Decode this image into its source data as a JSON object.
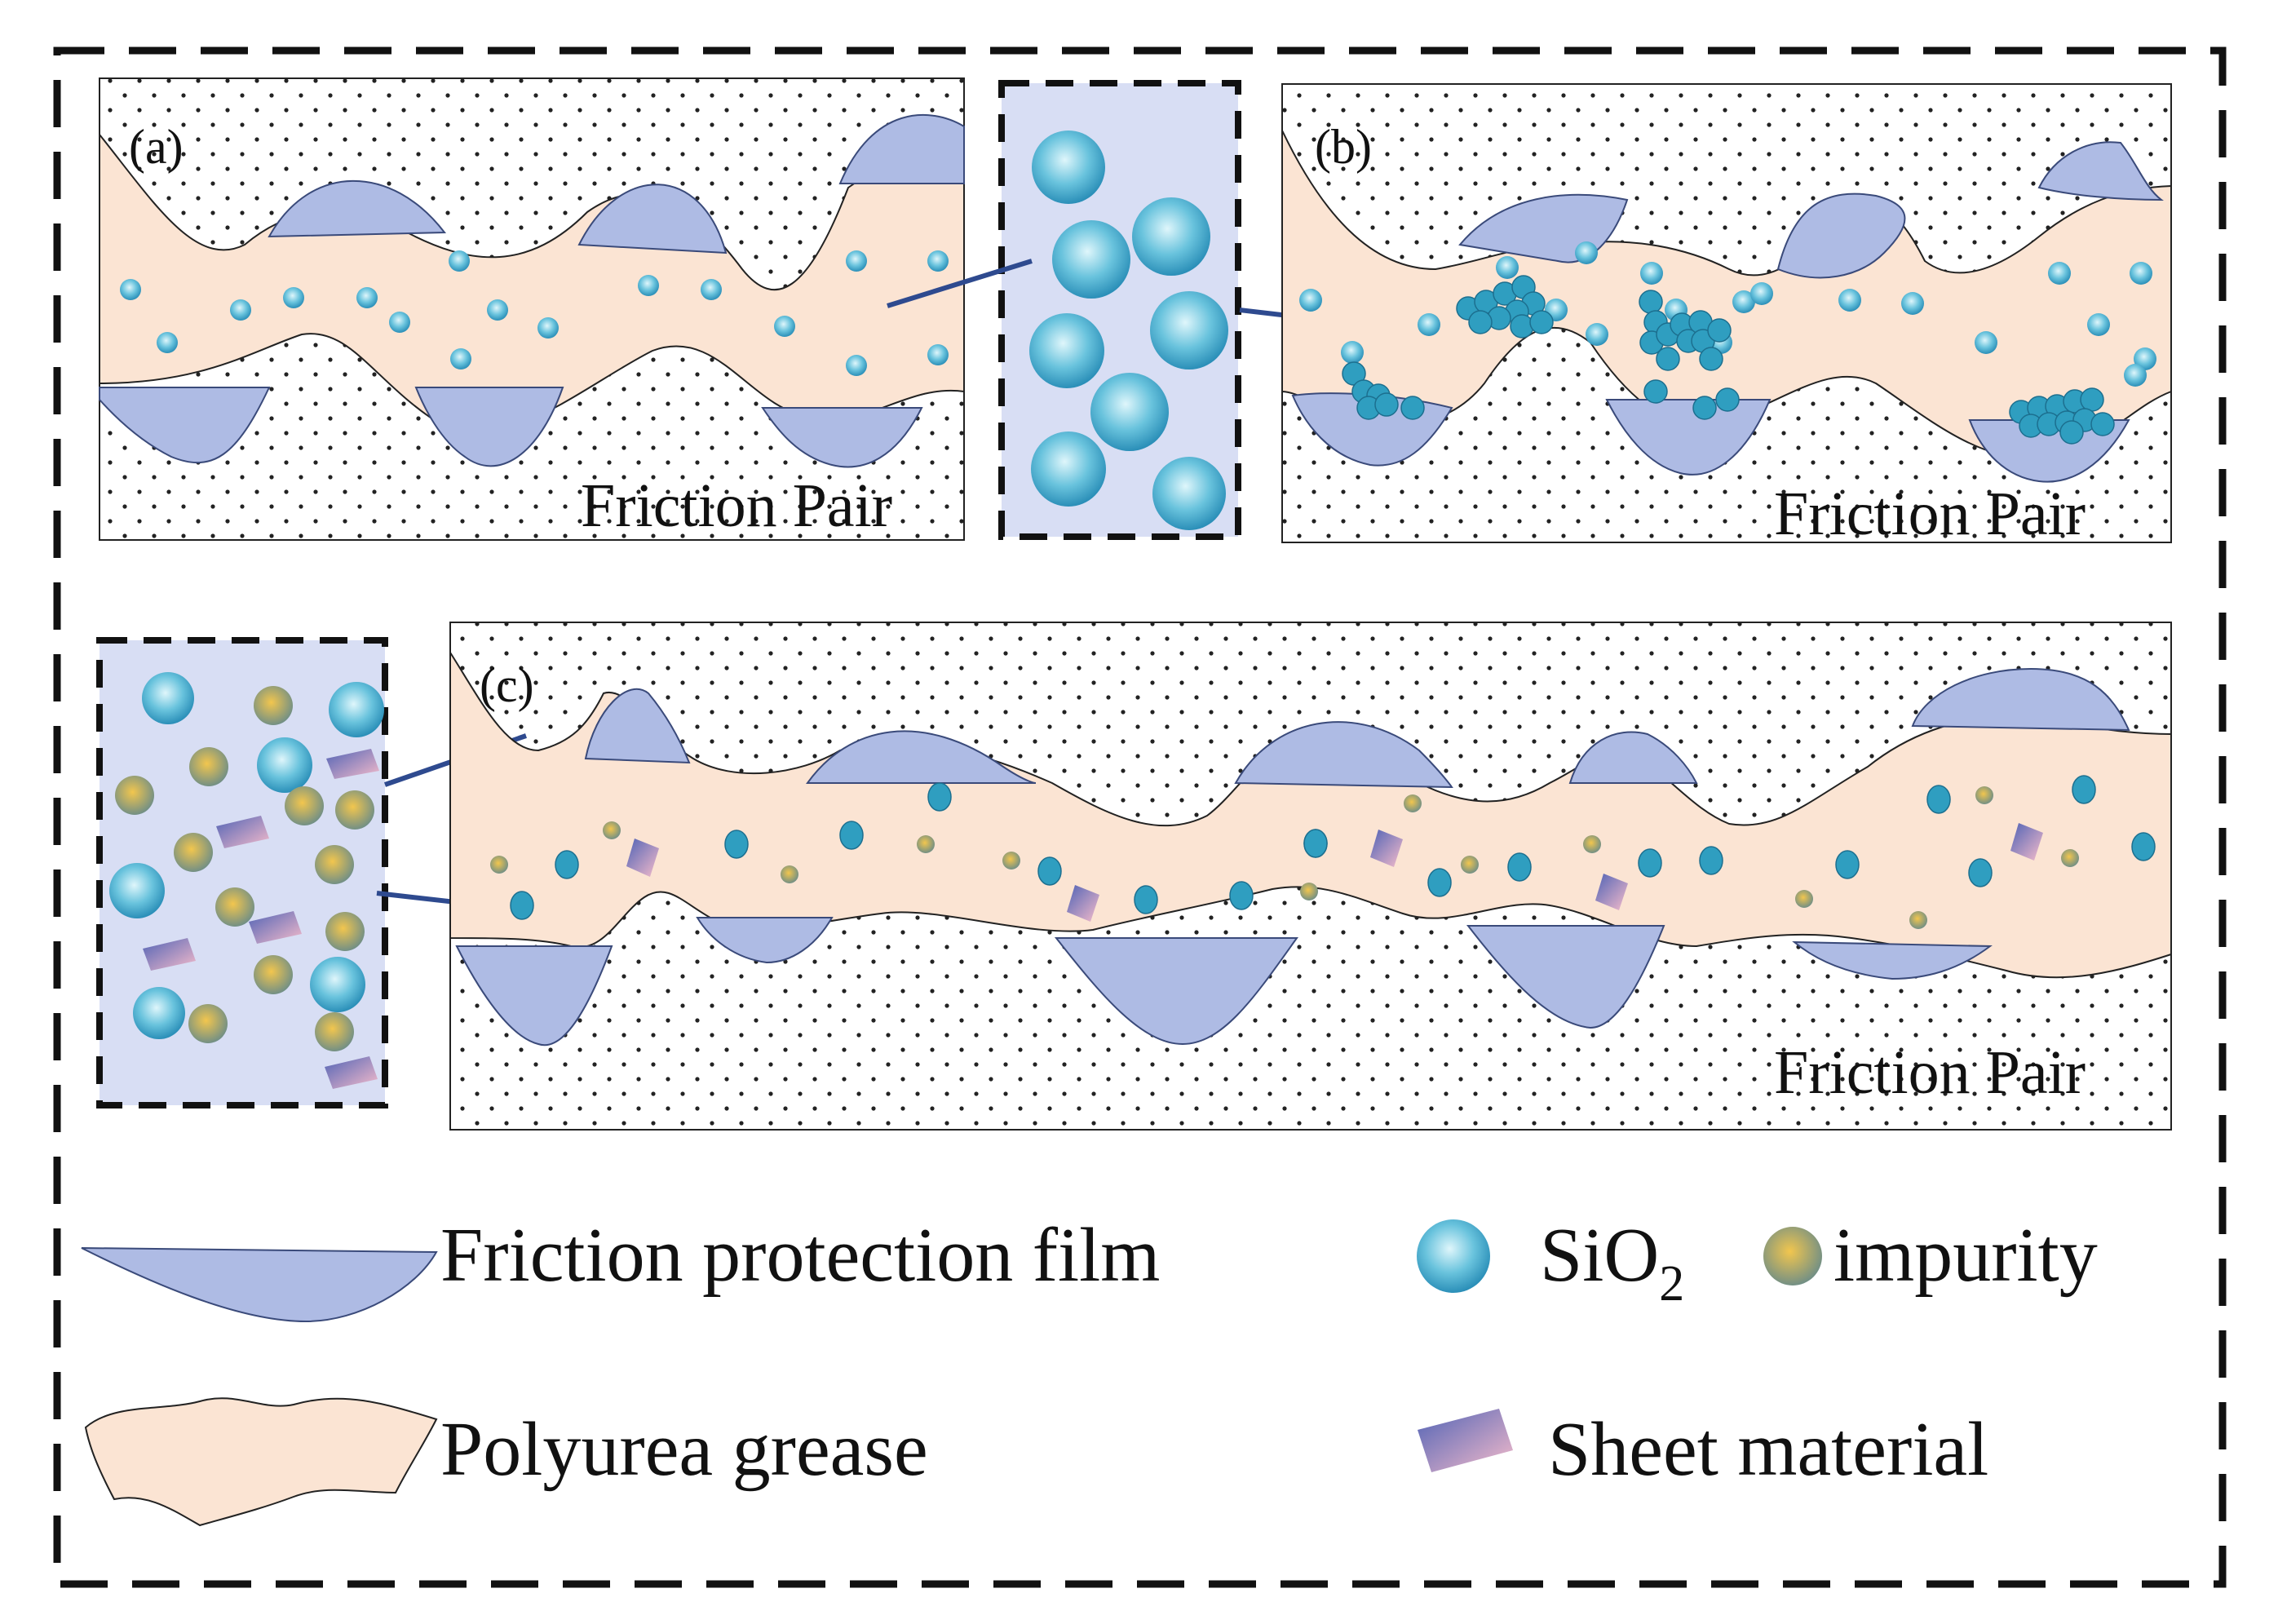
{
  "colors": {
    "protection_film": "#aebbe4",
    "grease": "#fbe4d3",
    "sio2_light": "#dff6fb",
    "sio2_mid": "#69c3dd",
    "sio2_dark": "#2b8fb8",
    "cluster_particle": "#2f9ec0",
    "impurity_light": "#f2c64e",
    "impurity_dark": "#6f8e86",
    "sheet_top": "#4f62b5",
    "sheet_bottom": "#f6bccb",
    "inset_bg": "#d8def4",
    "connector": "#2e4a8f"
  },
  "panels": {
    "a": {
      "label": "(a)",
      "pair_label": "Friction Pair"
    },
    "b": {
      "label": "(b)",
      "pair_label": "Friction Pair"
    },
    "c": {
      "label": "(c)",
      "pair_label": "Friction Pair"
    }
  },
  "legend": {
    "film": "Friction protection film",
    "sio2_main": "SiO",
    "sio2_sub": "2",
    "impurity": "impurity",
    "grease": "Polyurea grease",
    "sheet": "Sheet material"
  }
}
